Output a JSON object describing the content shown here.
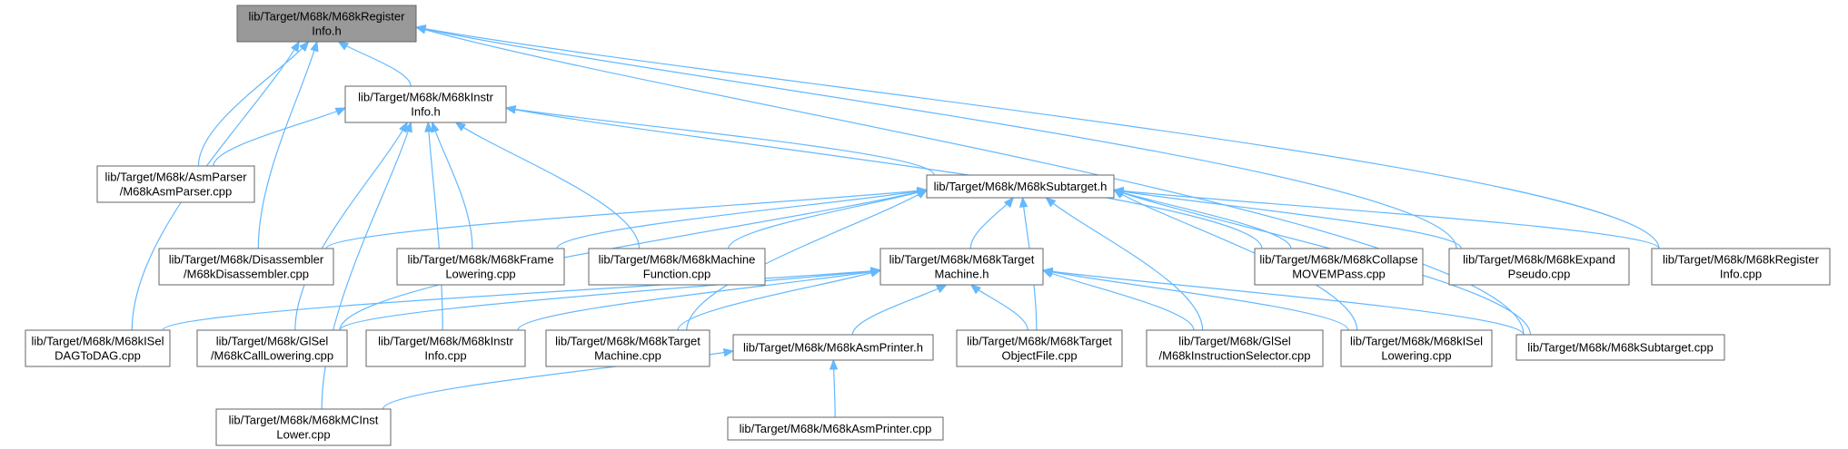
{
  "graph": {
    "colors": {
      "edge": "#63b8ff",
      "node_border": "#666666",
      "root_fill": "#999999"
    },
    "nodes": [
      {
        "id": "regh",
        "lines": [
          "lib/Target/M68k/M68kRegister",
          "Info.h"
        ],
        "root": true
      },
      {
        "id": "instrh",
        "lines": [
          "lib/Target/M68k/M68kInstr",
          "Info.h"
        ]
      },
      {
        "id": "asmparser",
        "lines": [
          "lib/Target/M68k/AsmParser",
          "/M68kAsmParser.cpp"
        ]
      },
      {
        "id": "subtargeth",
        "lines": [
          "lib/Target/M68k/M68kSubtarget.h"
        ]
      },
      {
        "id": "disasm",
        "lines": [
          "lib/Target/M68k/Disassembler",
          "/M68kDisassembler.cpp"
        ]
      },
      {
        "id": "frame",
        "lines": [
          "lib/Target/M68k/M68kFrame",
          "Lowering.cpp"
        ]
      },
      {
        "id": "machfunc",
        "lines": [
          "lib/Target/M68k/M68kMachine",
          "Function.cpp"
        ]
      },
      {
        "id": "targeth",
        "lines": [
          "lib/Target/M68k/M68kTarget",
          "Machine.h"
        ]
      },
      {
        "id": "collapse",
        "lines": [
          "lib/Target/M68k/M68kCollapse",
          "MOVEMPass.cpp"
        ]
      },
      {
        "id": "expand",
        "lines": [
          "lib/Target/M68k/M68kExpand",
          "Pseudo.cpp"
        ]
      },
      {
        "id": "regcpp",
        "lines": [
          "lib/Target/M68k/M68kRegister",
          "Info.cpp"
        ]
      },
      {
        "id": "iseldag",
        "lines": [
          "lib/Target/M68k/M68kISel",
          "DAGToDAG.cpp"
        ]
      },
      {
        "id": "calllow",
        "lines": [
          "lib/Target/M68k/GlSel",
          "/M68kCallLowering.cpp"
        ]
      },
      {
        "id": "instrcpp",
        "lines": [
          "lib/Target/M68k/M68kInstr",
          "Info.cpp"
        ]
      },
      {
        "id": "targetcpp",
        "lines": [
          "lib/Target/M68k/M68kTarget",
          "Machine.cpp"
        ]
      },
      {
        "id": "asmprinterh",
        "lines": [
          "lib/Target/M68k/M68kAsmPrinter.h"
        ]
      },
      {
        "id": "objfile",
        "lines": [
          "lib/Target/M68k/M68kTarget",
          "ObjectFile.cpp"
        ]
      },
      {
        "id": "instsel",
        "lines": [
          "lib/Target/M68k/GlSel",
          "/M68kInstructionSelector.cpp"
        ]
      },
      {
        "id": "isellow",
        "lines": [
          "lib/Target/M68k/M68kISel",
          "Lowering.cpp"
        ]
      },
      {
        "id": "subtargetcpp",
        "lines": [
          "lib/Target/M68k/M68kSubtarget.cpp"
        ]
      },
      {
        "id": "mcinst",
        "lines": [
          "lib/Target/M68k/M68kMCInst",
          "Lower.cpp"
        ]
      },
      {
        "id": "asmprintercpp",
        "lines": [
          "lib/Target/M68k/M68kAsmPrinter.cpp"
        ]
      }
    ],
    "edges": [
      {
        "from": "instrh",
        "to": "regh"
      },
      {
        "from": "asmparser",
        "to": "regh"
      },
      {
        "from": "disasm",
        "to": "regh"
      },
      {
        "from": "iseldag",
        "to": "regh"
      },
      {
        "from": "regcpp",
        "to": "regh"
      },
      {
        "from": "expand",
        "to": "regh"
      },
      {
        "from": "subtargetcpp",
        "to": "regh"
      },
      {
        "from": "asmparser",
        "to": "instrh"
      },
      {
        "from": "subtargeth",
        "to": "instrh"
      },
      {
        "from": "frame",
        "to": "instrh"
      },
      {
        "from": "machfunc",
        "to": "instrh"
      },
      {
        "from": "collapse",
        "to": "instrh"
      },
      {
        "from": "instrcpp",
        "to": "instrh"
      },
      {
        "from": "calllow",
        "to": "instrh"
      },
      {
        "from": "mcinst",
        "to": "instrh"
      },
      {
        "from": "disasm",
        "to": "subtargeth"
      },
      {
        "from": "frame",
        "to": "subtargeth"
      },
      {
        "from": "machfunc",
        "to": "subtargeth"
      },
      {
        "from": "targeth",
        "to": "subtargeth"
      },
      {
        "from": "collapse",
        "to": "subtargeth"
      },
      {
        "from": "expand",
        "to": "subtargeth"
      },
      {
        "from": "regcpp",
        "to": "subtargeth"
      },
      {
        "from": "calllow",
        "to": "subtargeth"
      },
      {
        "from": "targetcpp",
        "to": "subtargeth"
      },
      {
        "from": "objfile",
        "to": "subtargeth"
      },
      {
        "from": "instsel",
        "to": "subtargeth"
      },
      {
        "from": "isellow",
        "to": "subtargeth"
      },
      {
        "from": "subtargetcpp",
        "to": "subtargeth"
      },
      {
        "from": "iseldag",
        "to": "targeth"
      },
      {
        "from": "calllow",
        "to": "targeth"
      },
      {
        "from": "instrcpp",
        "to": "targeth"
      },
      {
        "from": "targetcpp",
        "to": "targeth"
      },
      {
        "from": "asmprinterh",
        "to": "targeth"
      },
      {
        "from": "objfile",
        "to": "targeth"
      },
      {
        "from": "instsel",
        "to": "targeth"
      },
      {
        "from": "isellow",
        "to": "targeth"
      },
      {
        "from": "subtargetcpp",
        "to": "targeth"
      },
      {
        "from": "mcinst",
        "to": "asmprinterh"
      },
      {
        "from": "asmprintercpp",
        "to": "asmprinterh"
      }
    ]
  }
}
